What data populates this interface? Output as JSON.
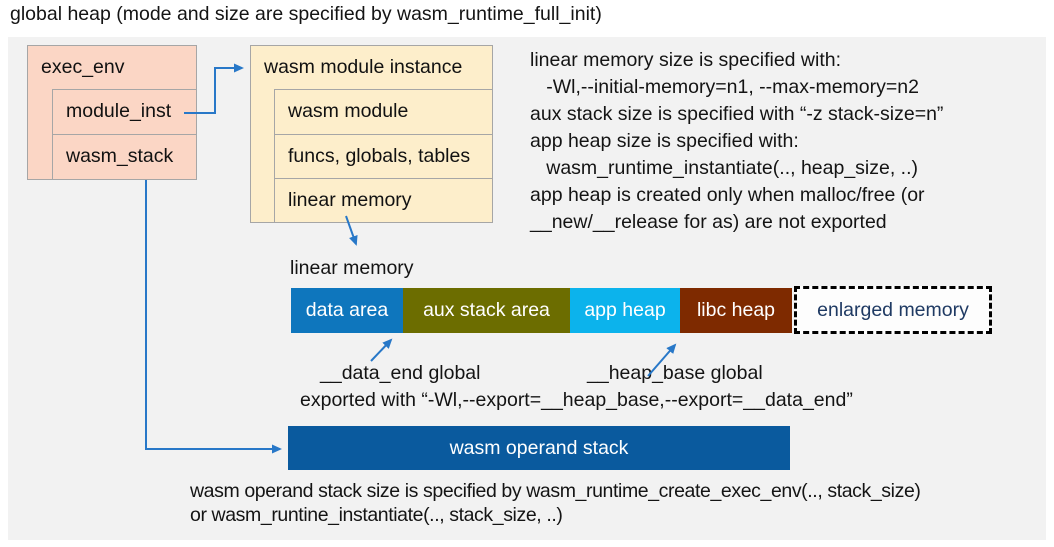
{
  "title": "global heap (mode and size are specified by wasm_runtime_full_init)",
  "colors": {
    "panel_background": "#f2f2f2",
    "exec_env_fill": "#fbd6c5",
    "module_instance_fill": "#fdeecb",
    "box_border": "#a6a6a6",
    "arrow_blue": "#2878c8",
    "data_area": "#0e76bd",
    "aux_stack_area": "#6c6d00",
    "app_heap": "#0cb3ec",
    "libc_heap": "#7e2a00",
    "operand_stack": "#0a5a9e",
    "enlarged_memory_text": "#1f3a63"
  },
  "exec_env": {
    "title": "exec_env",
    "rows": [
      {
        "label": "module_inst"
      },
      {
        "label": "wasm_stack"
      }
    ]
  },
  "module_instance": {
    "title": "wasm module instance",
    "rows": [
      {
        "label": "wasm module"
      },
      {
        "label": "funcs, globals, tables"
      },
      {
        "label": "linear memory"
      }
    ]
  },
  "notes": {
    "lines": [
      "linear memory size is specified with:",
      "   -Wl,--initial-memory=n1, --max-memory=n2",
      "aux stack size is specified with “-z stack-size=n”",
      "app heap size is specified with:",
      "   wasm_runtime_instantiate(.., heap_size, ..)",
      "app heap is created only when malloc/free (or",
      "__new/__release for as) are not exported"
    ]
  },
  "linear_memory": {
    "label": "linear memory",
    "segments": [
      {
        "label": "data area",
        "color": "#0e76bd"
      },
      {
        "label": "aux stack area",
        "color": "#6c6d00"
      },
      {
        "label": "app heap",
        "color": "#0cb3ec"
      },
      {
        "label": "libc heap",
        "color": "#7e2a00"
      }
    ],
    "enlarged": {
      "label": "enlarged memory"
    }
  },
  "annotations": {
    "data_end": "__data_end global",
    "heap_base": "__heap_base global",
    "exported": "exported with “-Wl,--export=__heap_base,--export=__data_end”"
  },
  "operand_stack": {
    "label": "wasm operand stack",
    "notes": [
      "wasm operand stack size is specified by wasm_runtime_create_exec_env(.., stack_size)",
      "or wasm_runtine_instantiate(.., stack_size, ..)"
    ]
  }
}
